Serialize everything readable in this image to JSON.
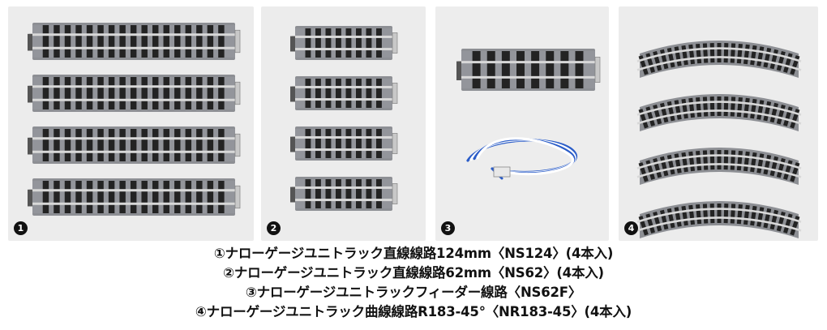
{
  "panels": [
    {
      "number": "1",
      "type": "straight",
      "length": "long",
      "count": 4
    },
    {
      "number": "2",
      "type": "straight",
      "length": "short",
      "count": 4
    },
    {
      "number": "3",
      "type": "feeder",
      "length": "short",
      "count": 1,
      "wire_color": "#2a5cc8"
    },
    {
      "number": "4",
      "type": "curve",
      "count": 4
    }
  ],
  "captions": [
    "①ナローゲージユニトラック直線線路124mm〈NS124〉(4本入)",
    "②ナローゲージユニトラック直線線路62mm〈NS62〉(4本入)",
    "③ナローゲージユニトラックフィーダー線路〈NS62F〉",
    "④ナローゲージユニトラック曲線線路R183-45°〈NR183-45〉(4本入)"
  ],
  "colors": {
    "ballast": "#8d8f94",
    "tie": "#232323",
    "rail": "#d8d8d8",
    "badge": "#111111"
  }
}
